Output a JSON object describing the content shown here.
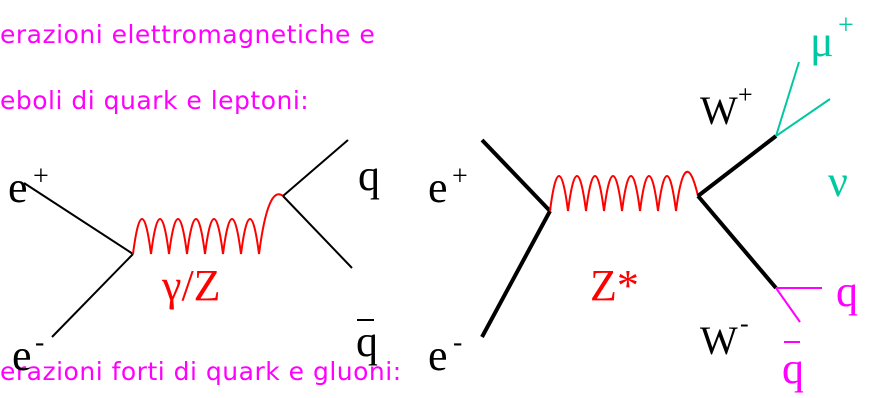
{
  "captions": {
    "electroweak_line1": "erazioni elettromagnetiche e",
    "electroweak_line2": "eboli di quark e leptoni:",
    "strong": "erazioni forti di quark e gluoni:"
  },
  "diagram_left": {
    "positron": "e",
    "positron_charge": "+",
    "electron": "e",
    "electron_charge": "-",
    "propagator": "γ/Z",
    "quark": "q",
    "antiquark": "q"
  },
  "diagram_right": {
    "positron": "e",
    "positron_charge": "+",
    "electron": "e",
    "electron_charge": "-",
    "propagator": "Z*",
    "w_plus": "W",
    "w_plus_charge": "+",
    "w_minus": "W",
    "w_minus_charge": "-",
    "muon": "μ",
    "muon_charge": "+",
    "neutrino": "ν",
    "quark": "q",
    "antiquark": "q"
  },
  "colors": {
    "caption": "#ff00ff",
    "propagator": "#ff0000",
    "lepton_decay": "#00c8a0",
    "quark_decay": "#ff00ff",
    "line": "#000000"
  }
}
